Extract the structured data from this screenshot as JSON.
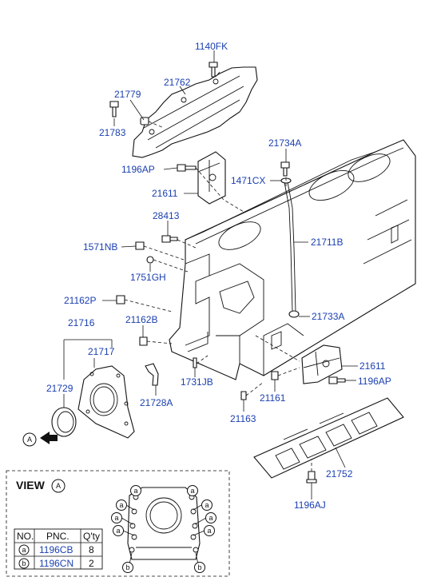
{
  "labels": {
    "p1140FK": "1140FK",
    "p21762": "21762",
    "p21779": "21779",
    "p21783": "21783",
    "p21734A": "21734A",
    "p1196AP_top": "1196AP",
    "p1471CX": "1471CX",
    "p21611_top": "21611",
    "p28413": "28413",
    "p21711B": "21711B",
    "p1571NB": "1571NB",
    "p1751GH": "1751GH",
    "p21162P": "21162P",
    "p21733A": "21733A",
    "p21716": "21716",
    "p21162B": "21162B",
    "p21717": "21717",
    "p21611_bot": "21611",
    "p1196AP_bot": "1196AP",
    "p1731JB": "1731JB",
    "p21729": "21729",
    "p21728A": "21728A",
    "p21161": "21161",
    "p21163": "21163",
    "p21752": "21752",
    "p1196AJ": "1196AJ"
  },
  "view_marker": "A",
  "view_box": {
    "title": "VIEW",
    "marker": "A",
    "callout_a": "a",
    "callout_b": "b",
    "table": {
      "headers": [
        "NO.",
        "PNC.",
        "Q'ty"
      ],
      "rows": [
        {
          "no": "a",
          "pnc": "1196CB",
          "qty": "8"
        },
        {
          "no": "b",
          "pnc": "1196CN",
          "qty": "2"
        }
      ]
    }
  }
}
